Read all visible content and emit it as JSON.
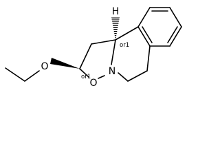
{
  "molecule": {
    "atom_labels": {
      "oxygen_ether": "O",
      "oxygen_ring": "O",
      "nitrogen": "N",
      "hydrogen": "H"
    },
    "stereo_labels": {
      "c2_stereo": "or1",
      "c10b_stereo": "or1"
    }
  }
}
